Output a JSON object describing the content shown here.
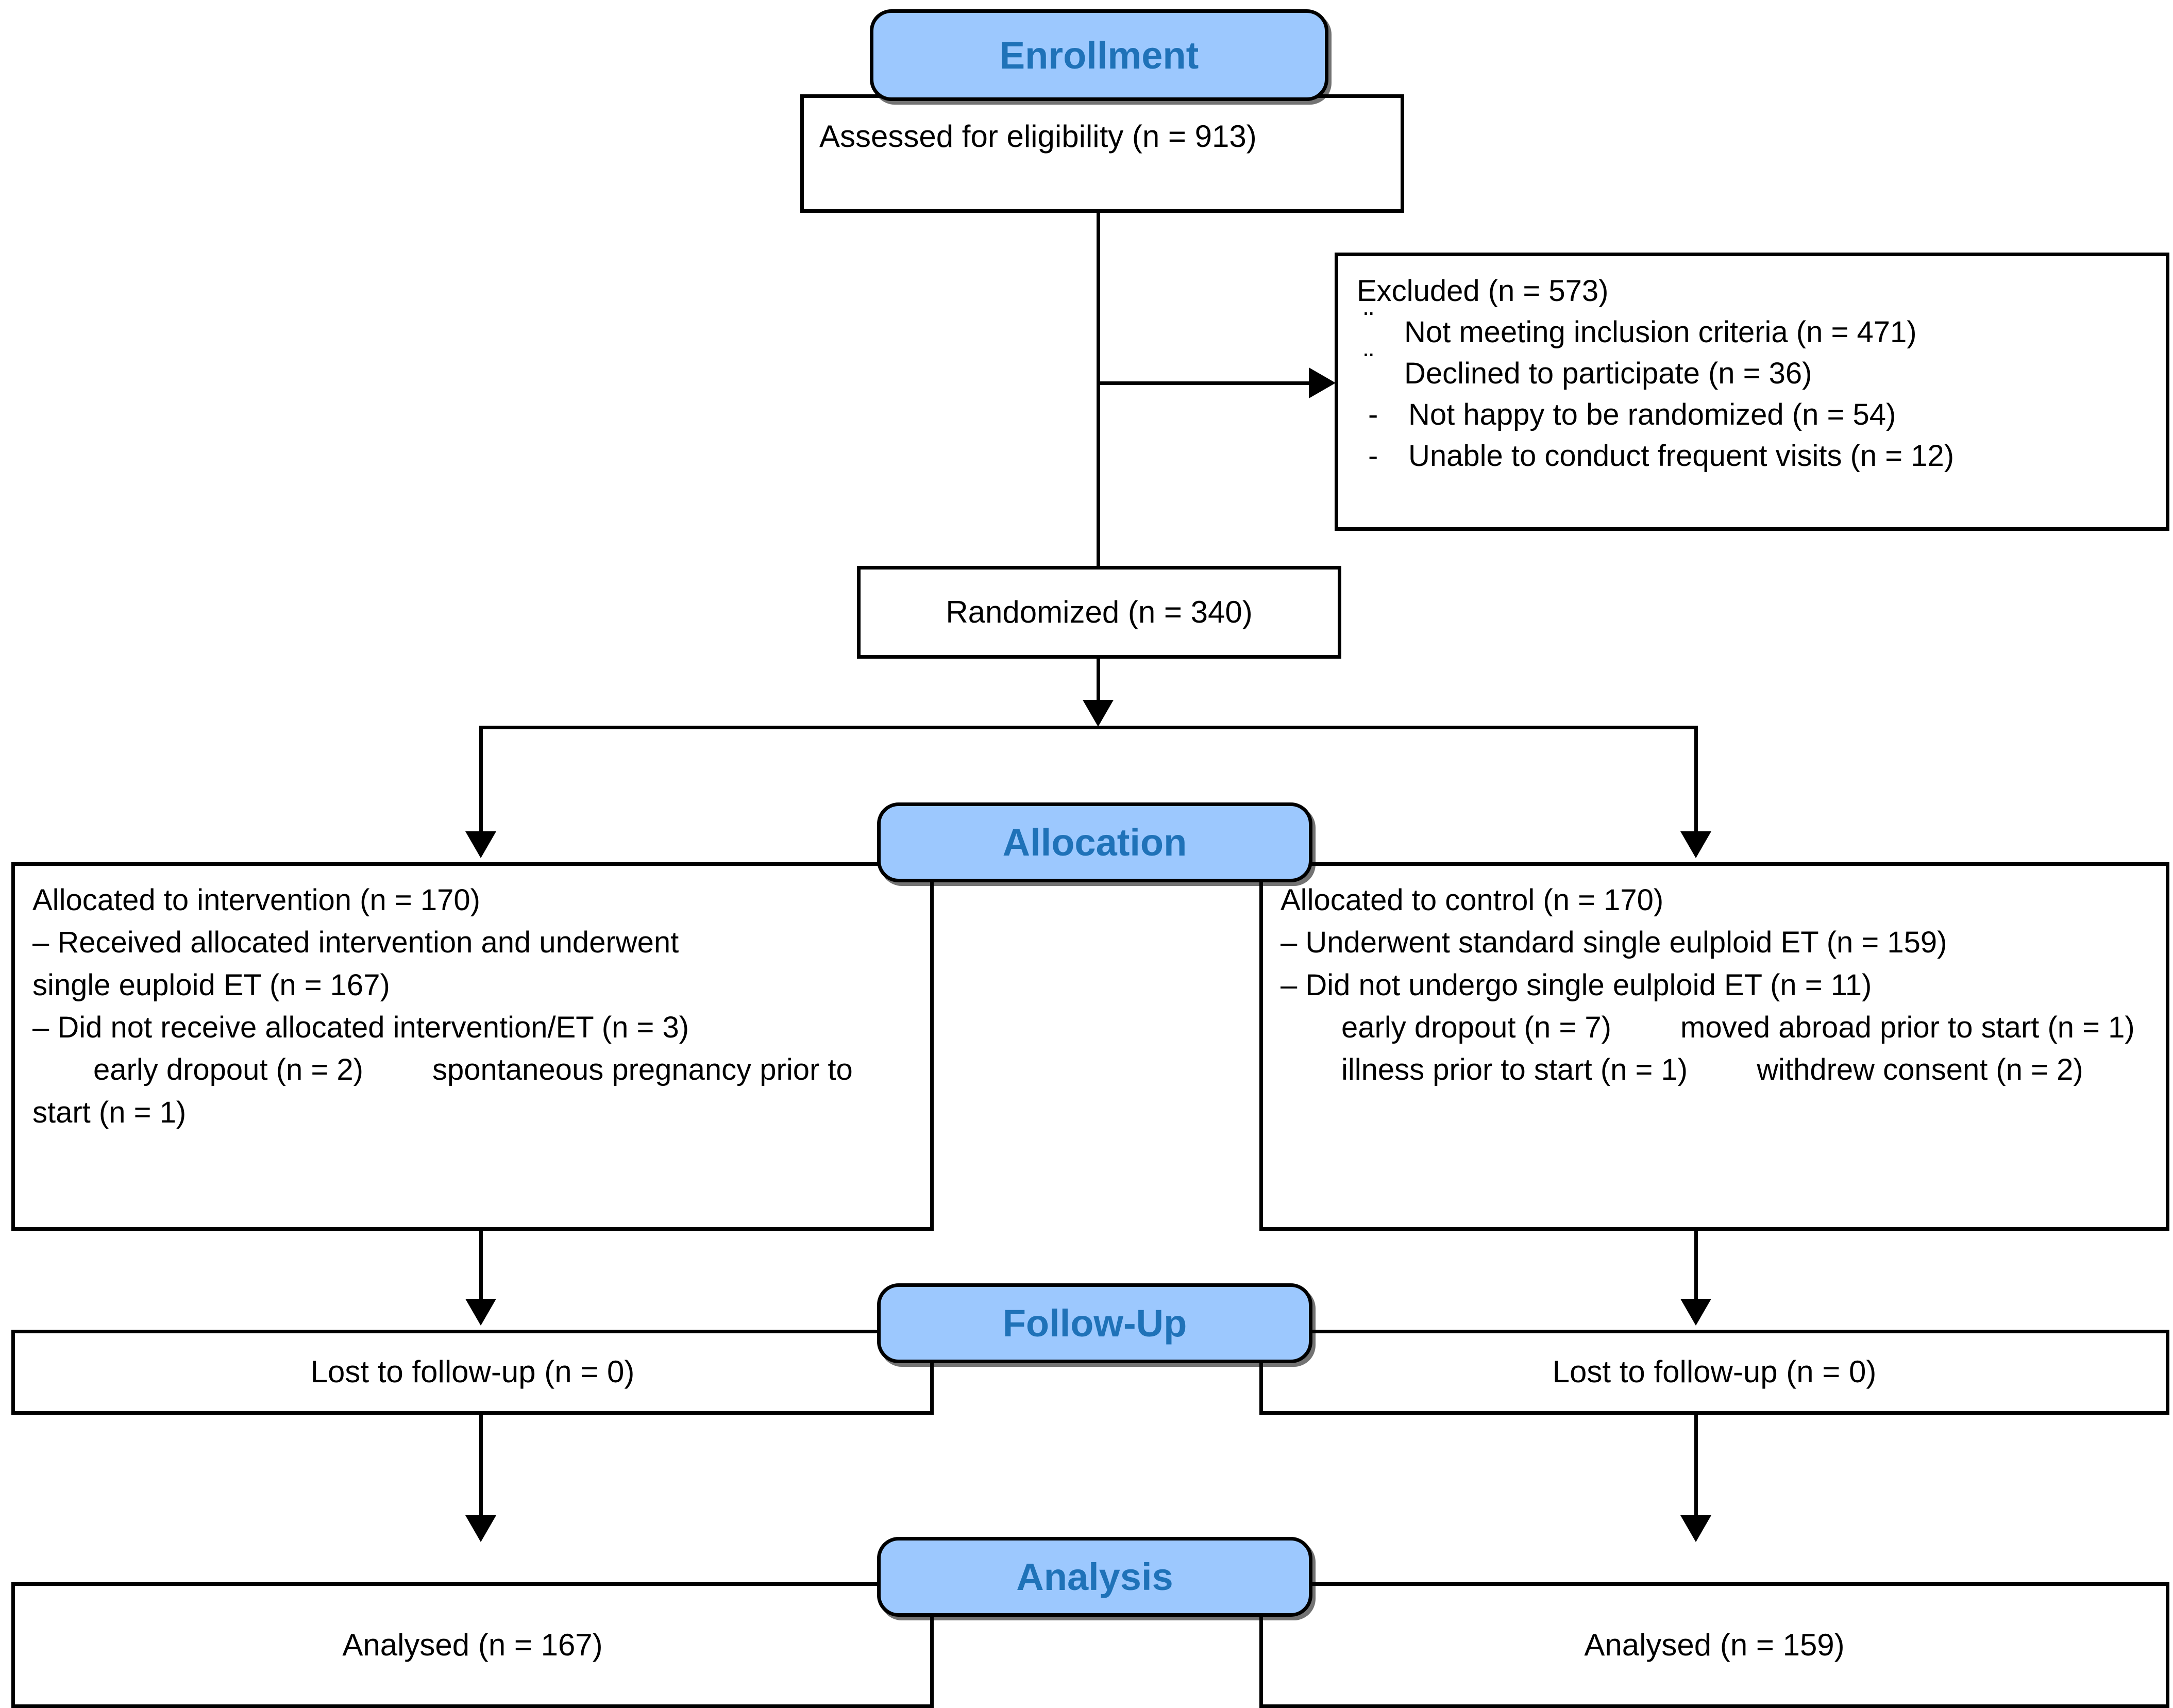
{
  "colors": {
    "stage_header_fill": "#9CC8FE",
    "stage_header_text": "#1F72B8",
    "box_border": "#000000",
    "box_fill": "#FFFFFF",
    "body_text": "#000000"
  },
  "stages": {
    "enrollment": "Enrollment",
    "allocation": "Allocation",
    "followup": "Follow-Up",
    "analysis": "Analysis"
  },
  "enrollment": {
    "assessed": "Assessed for eligibility (n = 913)"
  },
  "excluded": {
    "title": "Excluded  (n = 573)",
    "items": [
      {
        "bullet": "¨",
        "text": "Not meeting inclusion criteria (n = 471)"
      },
      {
        "bullet": "¨",
        "text": "Declined to participate (n = 36)"
      },
      {
        "bullet": "-",
        "text": "Not happy to be randomized  (n = 54)"
      },
      {
        "bullet": "-",
        "text": "Unable to conduct frequent visits (n = 12)"
      }
    ]
  },
  "randomized": {
    "label": "Randomized  (n = 340)"
  },
  "allocation_left": {
    "title": "Allocated to intervention (n = 170)",
    "line_received_1": "–  Received allocated intervention and underwent",
    "line_received_2": "single euploid ET (n = 167)",
    "line_not_received": "–  Did not receive allocated intervention/ET (n = 3)",
    "sub_items": [
      "early dropout (n = 2)",
      "spontaneous pregnancy prior to start (n = 1)"
    ]
  },
  "allocation_right": {
    "title": "Allocated to control (n = 170)",
    "line_underwent": "–  Underwent standard single eulploid ET (n = 159)",
    "line_not_undergo": "–  Did not undergo single eulploid ET (n = 11)",
    "sub_items": [
      "early dropout (n = 7)",
      "moved abroad prior to start (n = 1)",
      "illness prior to start (n = 1)",
      "withdrew consent (n = 2)"
    ]
  },
  "followup_left": {
    "label": "Lost to follow-up (n = 0)"
  },
  "followup_right": {
    "label": "Lost to follow-up (n = 0)"
  },
  "analysis_left": {
    "label": "Analysed  (n = 167)"
  },
  "analysis_right": {
    "label": "Analysed  (n = 159)"
  }
}
